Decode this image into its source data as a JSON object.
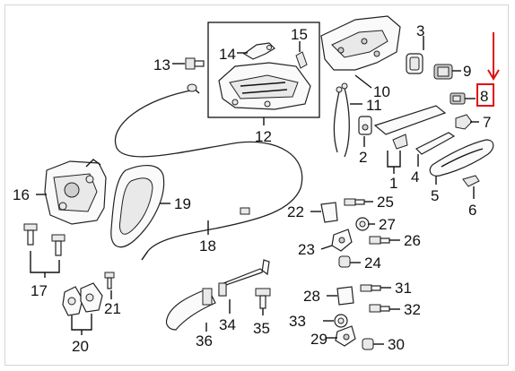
{
  "diagram": {
    "labels": {
      "p1": "1",
      "p2": "2",
      "p3": "3",
      "p4": "4",
      "p5": "5",
      "p6": "6",
      "p7": "7",
      "p8": "8",
      "p9": "9",
      "p10": "10",
      "p11": "11",
      "p12": "12",
      "p13": "13",
      "p14": "14",
      "p15": "15",
      "p16": "16",
      "p17": "17",
      "p18": "18",
      "p19": "19",
      "p20": "20",
      "p21": "21",
      "p22": "22",
      "p23": "23",
      "p24": "24",
      "p25": "25",
      "p26": "26",
      "p27": "27",
      "p28": "28",
      "p29": "29",
      "p30": "30",
      "p31": "31",
      "p32": "32",
      "p33": "33",
      "p34": "34",
      "p35": "35",
      "p36": "36"
    },
    "highlight": {
      "part": "8",
      "color": "#e01010"
    }
  }
}
